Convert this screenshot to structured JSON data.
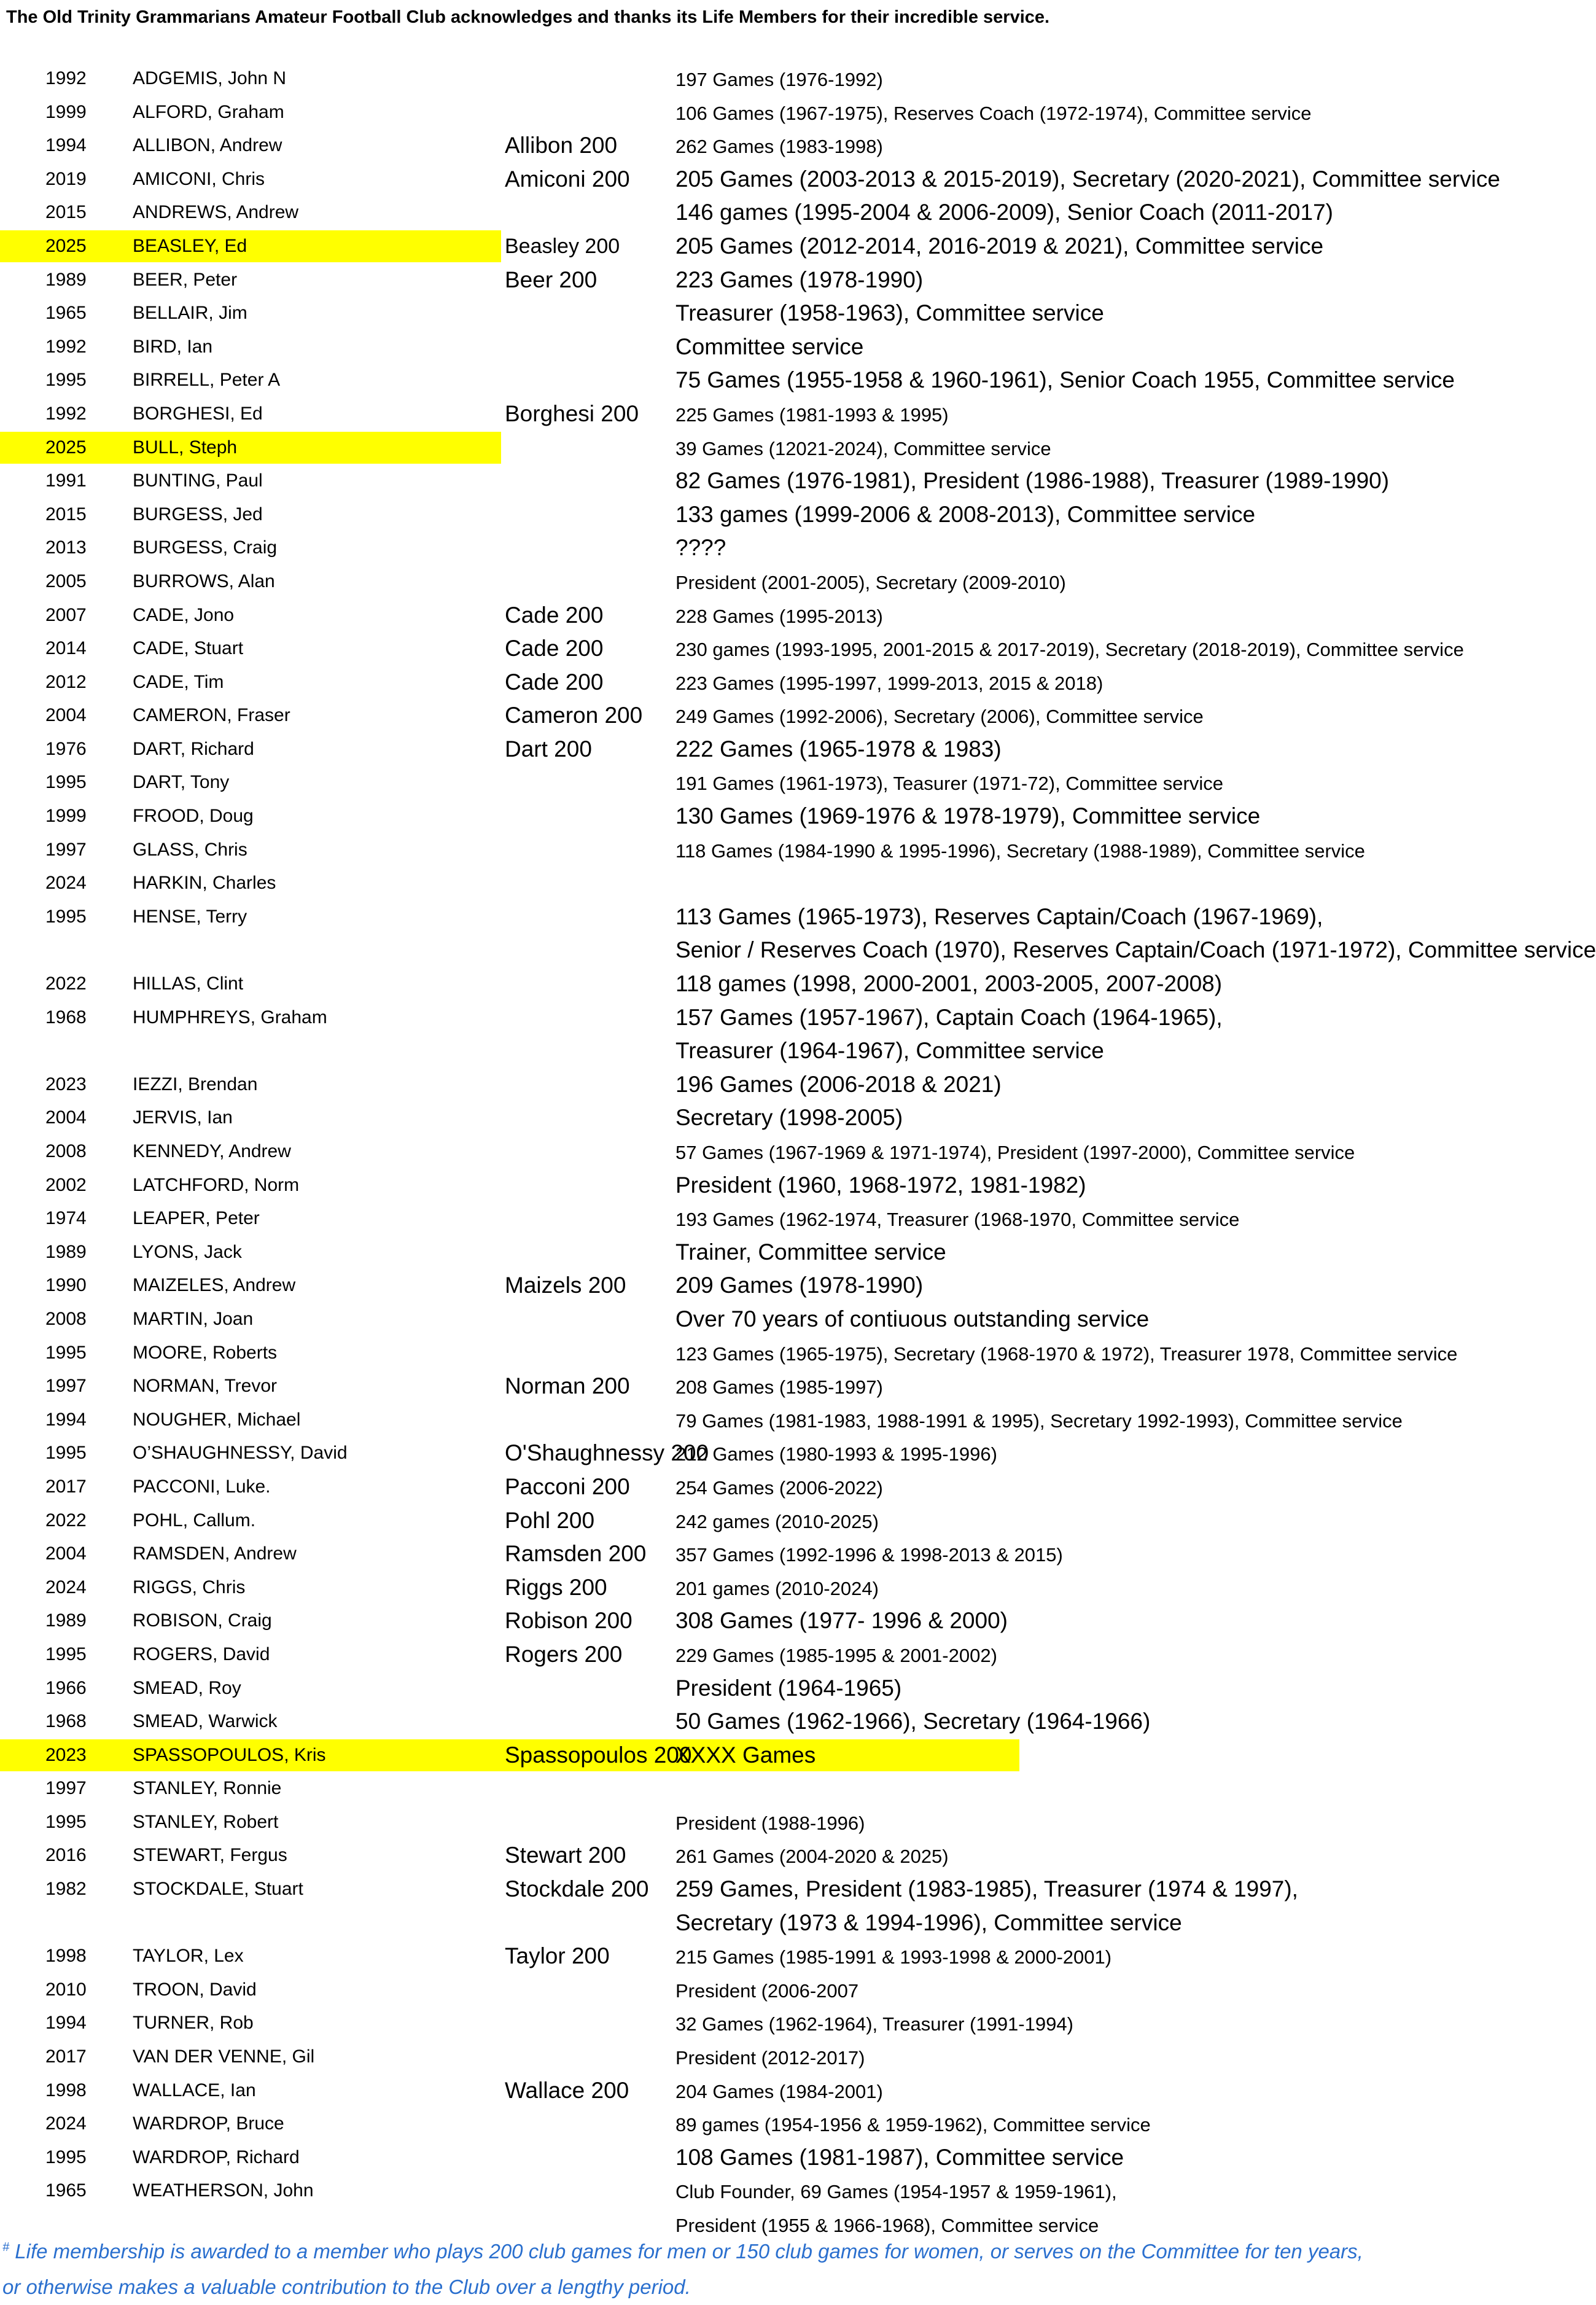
{
  "title": "The Old Trinity Grammarians Amateur Football Club acknowledges and thanks its Life Members for their incredible service.",
  "highlight_color": "#ffff00",
  "footnote_color": "#2a6fce",
  "members": [
    {
      "year": "1992",
      "name": "ADGEMIS, John N",
      "milestone": "",
      "details": " 197 Games (1976-1992)",
      "ds": "S"
    },
    {
      "year": "1999",
      "name": "ALFORD, Graham",
      "milestone": "",
      "details": "106 Games (1967-1975), Reserves Coach (1972-1974), Committee service",
      "ds": "S"
    },
    {
      "year": "1994",
      "name": "ALLIBON, Andrew",
      "milestone": "Allibon  200",
      "details": "262 Games (1983-1998)",
      "ds": "S"
    },
    {
      "year": "2019",
      "name": "AMICONI, Chris",
      "milestone": "Amiconi 200",
      "details": "205 Games (2003-2013 & 2015-2019), Secretary (2020-2021), Committee service",
      "ds": "L"
    },
    {
      "year": "2015",
      "name": "ANDREWS, Andrew",
      "milestone": "",
      "details": "146 games (1995-2004 & 2006-2009), Senior Coach (2011-2017)",
      "ds": "L"
    },
    {
      "year": "2025",
      "name": "BEASLEY, Ed",
      "milestone": "Beasley 200",
      "details": "205 Games (2012-2014, 2016-2019 & 2021), Committee service",
      "ds": "L",
      "hl": "a",
      "ms": "b"
    },
    {
      "year": "1989",
      "name": "BEER, Peter",
      "milestone": "Beer 200",
      "details": "223 Games (1978-1990)",
      "ds": "L"
    },
    {
      "year": "1965",
      "name": "BELLAIR, Jim",
      "milestone": "",
      "details": "Treasurer (1958-1963), Committee service",
      "ds": "L"
    },
    {
      "year": "1992",
      "name": "BIRD, Ian",
      "milestone": "",
      "details": "Committee service",
      "ds": "L"
    },
    {
      "year": "1995",
      "name": "BIRRELL, Peter A",
      "milestone": "",
      "details": "75 Games (1955-1958  &  1960-1961), Senior Coach 1955, Committee service",
      "ds": "L"
    },
    {
      "year": "1992",
      "name": "BORGHESI, Ed",
      "milestone": "Borghesi 200",
      "details": "225 Games (1981-1993 & 1995)",
      "ds": "S"
    },
    {
      "year": "2025",
      "name": "BULL, Steph",
      "milestone": "",
      "details": "39 Games (12021-2024), Committee service",
      "ds": "S",
      "hl": "a"
    },
    {
      "year": "1991",
      "name": "BUNTING, Paul",
      "milestone": "",
      "details": "82 Games (1976-1981), President (1986-1988), Treasurer (1989-1990)",
      "ds": "L"
    },
    {
      "year": "2015",
      "name": "BURGESS,  Jed",
      "milestone": "",
      "details": "133 games (1999-2006 & 2008-2013), Committee service",
      "ds": "L"
    },
    {
      "year": "2013",
      "name": "BURGESS, Craig",
      "milestone": "",
      "details": "????",
      "ds": "L"
    },
    {
      "year": "2005",
      "name": "BURROWS, Alan",
      "milestone": "",
      "details": "President (2001-2005), Secretary (2009-2010)",
      "ds": "S"
    },
    {
      "year": "2007",
      "name": "CADE, Jono",
      "milestone": "Cade 200",
      "details": "228 Games (1995-2013)",
      "ds": "S"
    },
    {
      "year": "2014",
      "name": "CADE, Stuart",
      "milestone": "Cade 200",
      "details": "230 games (1993-1995, 2001-2015 & 2017-2019), Secretary (2018-2019),  Committee service",
      "ds": "S"
    },
    {
      "year": "2012",
      "name": "CADE, Tim",
      "milestone": "Cade 200",
      "details": "223 Games (1995-1997, 1999-2013, 2015 & 2018)",
      "ds": "S"
    },
    {
      "year": "2004",
      "name": "CAMERON, Fraser",
      "milestone": "Cameron  200",
      "details": "249 Games (1992-2006), Secretary (2006), Committee service",
      "ds": "S"
    },
    {
      "year": "1976",
      "name": "DART, Richard",
      "milestone": "Dart 200",
      "details": "222 Games (1965-1978 & 1983)",
      "ds": "L"
    },
    {
      "year": "1995",
      "name": "DART, Tony",
      "milestone": "",
      "details": "191 Games (1961-1973), Teasurer (1971-72), Committee service",
      "ds": "S"
    },
    {
      "year": "1999",
      "name": "FROOD, Doug",
      "milestone": "",
      "details": "130 Games (1969-1976 & 1978-1979), Committee service",
      "ds": "L"
    },
    {
      "year": "1997",
      "name": "GLASS, Chris",
      "milestone": "",
      "details": "118 Games (1984-1990 & 1995-1996), Secretary (1988-1989), Committee service",
      "ds": "S"
    },
    {
      "year": "2024",
      "name": "HARKIN, Charles",
      "milestone": "",
      "details": "",
      "ds": "S"
    },
    {
      "year": "1995",
      "name": "HENSE, Terry",
      "milestone": "",
      "details": "113 Games (1965-1973), Reserves Captain/Coach (1967-1969),",
      "ds": "L"
    },
    {
      "year": "",
      "name": "",
      "milestone": "",
      "details": "Senior / Reserves Coach (1970), Reserves Captain/Coach (1971-1972), Committee service",
      "ds": "L"
    },
    {
      "year": "2022",
      "name": "HILLAS, Clint",
      "milestone": "",
      "details": "118 games (1998, 2000-2001, 2003-2005, 2007-2008)",
      "ds": "L"
    },
    {
      "year": "1968",
      "name": "HUMPHREYS, Graham",
      "milestone": "",
      "details": "157 Games (1957-1967), Captain Coach (1964-1965),",
      "ds": "L"
    },
    {
      "year": "",
      "name": "",
      "milestone": "",
      "details": "Treasurer (1964-1967), Committee service",
      "ds": "L"
    },
    {
      "year": "2023",
      "name": "IEZZI, Brendan",
      "milestone": "",
      "details": "196 Games (2006-2018 & 2021)",
      "ds": "L"
    },
    {
      "year": "2004",
      "name": "JERVIS, Ian",
      "milestone": "",
      "details": "Secretary (1998-2005)",
      "ds": "L"
    },
    {
      "year": "2008",
      "name": "KENNEDY, Andrew",
      "milestone": "",
      "details": "57 Games (1967-1969 & 1971-1974), President (1997-2000), Committee service",
      "ds": "S"
    },
    {
      "year": "2002",
      "name": "LATCHFORD, Norm",
      "milestone": "",
      "details": "President (1960, 1968-1972, 1981-1982)",
      "ds": "L"
    },
    {
      "year": "1974",
      "name": "LEAPER, Peter",
      "milestone": "",
      "details": "193 Games (1962-1974, Treasurer (1968-1970, Committee service",
      "ds": "S"
    },
    {
      "year": "1989",
      "name": "LYONS, Jack",
      "milestone": "",
      "details": "Trainer, Committee service",
      "ds": "L"
    },
    {
      "year": "1990",
      "name": "MAIZELES, Andrew",
      "milestone": "Maizels 200",
      "details": "209 Games (1978-1990)",
      "ds": "L"
    },
    {
      "year": "2008",
      "name": "MARTIN, Joan",
      "milestone": "",
      "details": "Over 70 years of contiuous outstanding service",
      "ds": "L"
    },
    {
      "year": "1995",
      "name": "MOORE, Roberts",
      "milestone": "",
      "details": "123 Games (1965-1975), Secretary (1968-1970 & 1972), Treasurer 1978, Committee service",
      "ds": "S"
    },
    {
      "year": "1997",
      "name": "NORMAN, Trevor",
      "milestone": "Norman 200",
      "details": "208 Games (1985-1997)",
      "ds": "S"
    },
    {
      "year": "1994",
      "name": "NOUGHER, Michael",
      "milestone": "",
      "details": "79 Games (1981-1983, 1988-1991 & 1995), Secretary 1992-1993), Committee service",
      "ds": "S"
    },
    {
      "year": "1995",
      "name": "O’SHAUGHNESSY, David",
      "milestone": "O'Shaughnessy 200",
      "details": "212 Games (1980-1993 & 1995-1996)",
      "ds": "S"
    },
    {
      "year": "2017",
      "name": "PACCONI, Luke.",
      "milestone": "Pacconi 200",
      "details": "254 Games (2006-2022)",
      "ds": "S"
    },
    {
      "year": "2022",
      "name": "POHL, Callum.",
      "milestone": "Pohl 200",
      "details": "242 games (2010-2025)",
      "ds": "S"
    },
    {
      "year": "2004",
      "name": "RAMSDEN, Andrew",
      "milestone": "Ramsden 200",
      "details": "357 Games (1992-1996 & 1998-2013 & 2015)",
      "ds": "S"
    },
    {
      "year": "2024",
      "name": "RIGGS, Chris",
      "milestone": "Riggs 200",
      "details": "201 games (2010-2024)",
      "ds": "S"
    },
    {
      "year": "1989",
      "name": "ROBISON, Craig",
      "milestone": "Robison 200",
      "details": "308 Games (1977- 1996 & 2000)",
      "ds": "L"
    },
    {
      "year": "1995",
      "name": "ROGERS, David",
      "milestone": "Rogers 200",
      "details": "229 Games (1985-1995 & 2001-2002)",
      "ds": "S"
    },
    {
      "year": "1966",
      "name": "SMEAD, Roy",
      "milestone": "",
      "details": "President (1964-1965)",
      "ds": "L"
    },
    {
      "year": "1968",
      "name": "SMEAD, Warwick",
      "milestone": "",
      "details": "50 Games (1962-1966), Secretary (1964-1966)",
      "ds": "L"
    },
    {
      "year": "2023",
      "name": "SPASSOPOULOS, Kris",
      "milestone": "Spassopoulos 200",
      "details": "XXXX Games",
      "ds": "L",
      "hl": "b"
    },
    {
      "year": "1997",
      "name": "STANLEY, Ronnie",
      "milestone": "",
      "details": "",
      "ds": "S"
    },
    {
      "year": "1995",
      "name": "STANLEY, Robert",
      "milestone": "",
      "details": "President (1988-1996)",
      "ds": "S"
    },
    {
      "year": "2016",
      "name": "STEWART, Fergus",
      "milestone": "Stewart 200",
      "details": "261 Games (2004-2020 & 2025)",
      "ds": "S"
    },
    {
      "year": "1982",
      "name": "STOCKDALE, Stuart",
      "milestone": "Stockdale 200",
      "details": "259 Games, President (1983-1985), Treasurer (1974 & 1997),",
      "ds": "L"
    },
    {
      "year": "",
      "name": "",
      "milestone": "",
      "details": "Secretary (1973 & 1994-1996), Committee service",
      "ds": "L"
    },
    {
      "year": "1998",
      "name": "TAYLOR, Lex",
      "milestone": "Taylor 200",
      "details": "215 Games (1985-1991 & 1993-1998 & 2000-2001)",
      "ds": "S"
    },
    {
      "year": "2010",
      "name": "TROON, David",
      "milestone": "",
      "details": "President (2006-2007",
      "ds": "S"
    },
    {
      "year": "1994",
      "name": "TURNER, Rob",
      "milestone": "",
      "details": "32 Games (1962-1964), Treasurer (1991-1994)",
      "ds": "S"
    },
    {
      "year": "2017",
      "name": "VAN DER VENNE, Gil",
      "milestone": "",
      "details": "President (2012-2017)",
      "ds": "S"
    },
    {
      "year": "1998",
      "name": "WALLACE, Ian",
      "milestone": "Wallace 200",
      "details": "204 Games (1984-2001)",
      "ds": "S"
    },
    {
      "year": "2024",
      "name": "WARDROP, Bruce",
      "milestone": "",
      "details": "89 games (1954-1956 & 1959-1962), Committee service",
      "ds": "S"
    },
    {
      "year": "1995",
      "name": "WARDROP, Richard",
      "milestone": "",
      "details": "108 Games (1981-1987), Committee service",
      "ds": "L"
    },
    {
      "year": "1965",
      "name": "WEATHERSON, John",
      "milestone": "",
      "details": "Club Founder, 69 Games (1954-1957 & 1959-1961),",
      "ds": "S"
    },
    {
      "year": "",
      "name": "",
      "milestone": "",
      "details": "President (1955 & 1966-1968), Committee service",
      "ds": "S"
    }
  ],
  "footnote": {
    "marker": "#",
    "line1": " Life membership is awarded to a member who plays 200 club games for men or 150 club games for women, or serves on the Committee for ten years,",
    "line2": "or otherwise makes a valuable contribution to the Club over a lengthy period."
  }
}
